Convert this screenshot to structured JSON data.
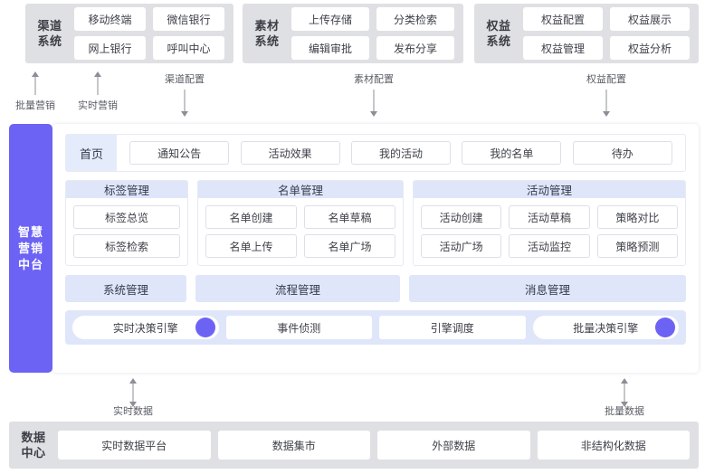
{
  "top_systems": [
    {
      "key": "channel",
      "title": "渠道\n系统",
      "title_lines": [
        "渠道",
        "系统"
      ],
      "items": [
        "移动终端",
        "微信银行",
        "网上银行",
        "呼叫中心"
      ]
    },
    {
      "key": "material",
      "title_lines": [
        "素材",
        "系统"
      ],
      "items": [
        "上传存储",
        "分类检索",
        "编辑审批",
        "发布分享"
      ]
    },
    {
      "key": "rights",
      "title_lines": [
        "权益",
        "系统"
      ],
      "items": [
        "权益配置",
        "权益展示",
        "权益管理",
        "权益分析"
      ]
    }
  ],
  "top_arrows": [
    {
      "label": "批量营销",
      "direction": "up"
    },
    {
      "label": "实时营销",
      "direction": "up"
    },
    {
      "label": "渠道配置",
      "direction": "down"
    },
    {
      "label": "素材配置",
      "direction": "down"
    },
    {
      "label": "权益配置",
      "direction": "down"
    }
  ],
  "bottom_arrows": [
    {
      "label": "实时数据",
      "direction": "both"
    },
    {
      "label": "批量数据",
      "direction": "both"
    }
  ],
  "platform": {
    "sidebar_label": "智慧营销中台",
    "tabs": {
      "home": "首页",
      "items": [
        "通知公告",
        "活动效果",
        "我的活动",
        "我的名单",
        "待办"
      ]
    },
    "cards": [
      {
        "title": "标签管理",
        "items": [
          "标签总览",
          "标签检索"
        ],
        "columns": 1
      },
      {
        "title": "名单管理",
        "items": [
          "名单创建",
          "名单草稿",
          "名单上传",
          "名单广场"
        ],
        "columns": 2
      },
      {
        "title": "活动管理",
        "items": [
          "活动创建",
          "活动草稿",
          "策略对比",
          "活动广场",
          "活动监控",
          "策略预测"
        ],
        "columns": 3
      }
    ],
    "management": [
      "系统管理",
      "流程管理",
      "消息管理"
    ],
    "engines": [
      {
        "label": "实时决策引擎",
        "shape": "pill",
        "dot": true
      },
      {
        "label": "事件侦测",
        "shape": "plain",
        "dot": false
      },
      {
        "label": "引擎调度",
        "shape": "plain",
        "dot": false
      },
      {
        "label": "批量决策引擎",
        "shape": "pill",
        "dot": true
      }
    ]
  },
  "data_center": {
    "title_lines": [
      "数据",
      "中心"
    ],
    "items": [
      "实时数据平台",
      "数据集市",
      "外部数据",
      "非结构化数据"
    ]
  },
  "colors": {
    "accent_purple": "#6c63f5",
    "panel_gray": "#dfe0e3",
    "card_head_blue": "#dfe6fa",
    "tab_active_blue": "#e4ebfa"
  }
}
